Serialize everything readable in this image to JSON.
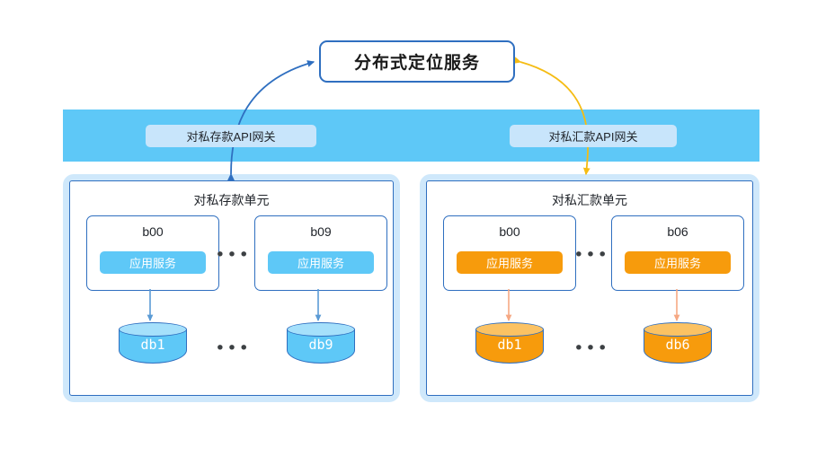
{
  "diagram": {
    "title_node": {
      "label": "分布式定位服务"
    },
    "gateway_band": {
      "color": "#5ec8f7",
      "gateways": [
        {
          "id": "gw-left",
          "label": "对私存款API网关"
        },
        {
          "id": "gw-right",
          "label": "对私汇款API网关"
        }
      ]
    },
    "units": [
      {
        "id": "unit-left",
        "title": "对私存款单元",
        "accent": "#5ec8f7",
        "ellipsis": "•••",
        "cells": [
          {
            "name": "b00",
            "service_label": "应用服务"
          },
          {
            "name": "b09",
            "service_label": "应用服务"
          }
        ],
        "databases": [
          {
            "label": "db1"
          },
          {
            "label": "db9"
          }
        ]
      },
      {
        "id": "unit-right",
        "title": "对私汇款单元",
        "accent": "#f79b0c",
        "ellipsis": "•••",
        "cells": [
          {
            "name": "b00",
            "service_label": "应用服务"
          },
          {
            "name": "b06",
            "service_label": "应用服务"
          }
        ],
        "databases": [
          {
            "label": "db1"
          },
          {
            "label": "db6"
          }
        ]
      }
    ],
    "connectors": {
      "left_color": "#2f6fc0",
      "right_color": "#f5bc13",
      "service_to_db_left_color": "#5b9bd5",
      "service_to_db_right_color": "#f6a883"
    }
  }
}
